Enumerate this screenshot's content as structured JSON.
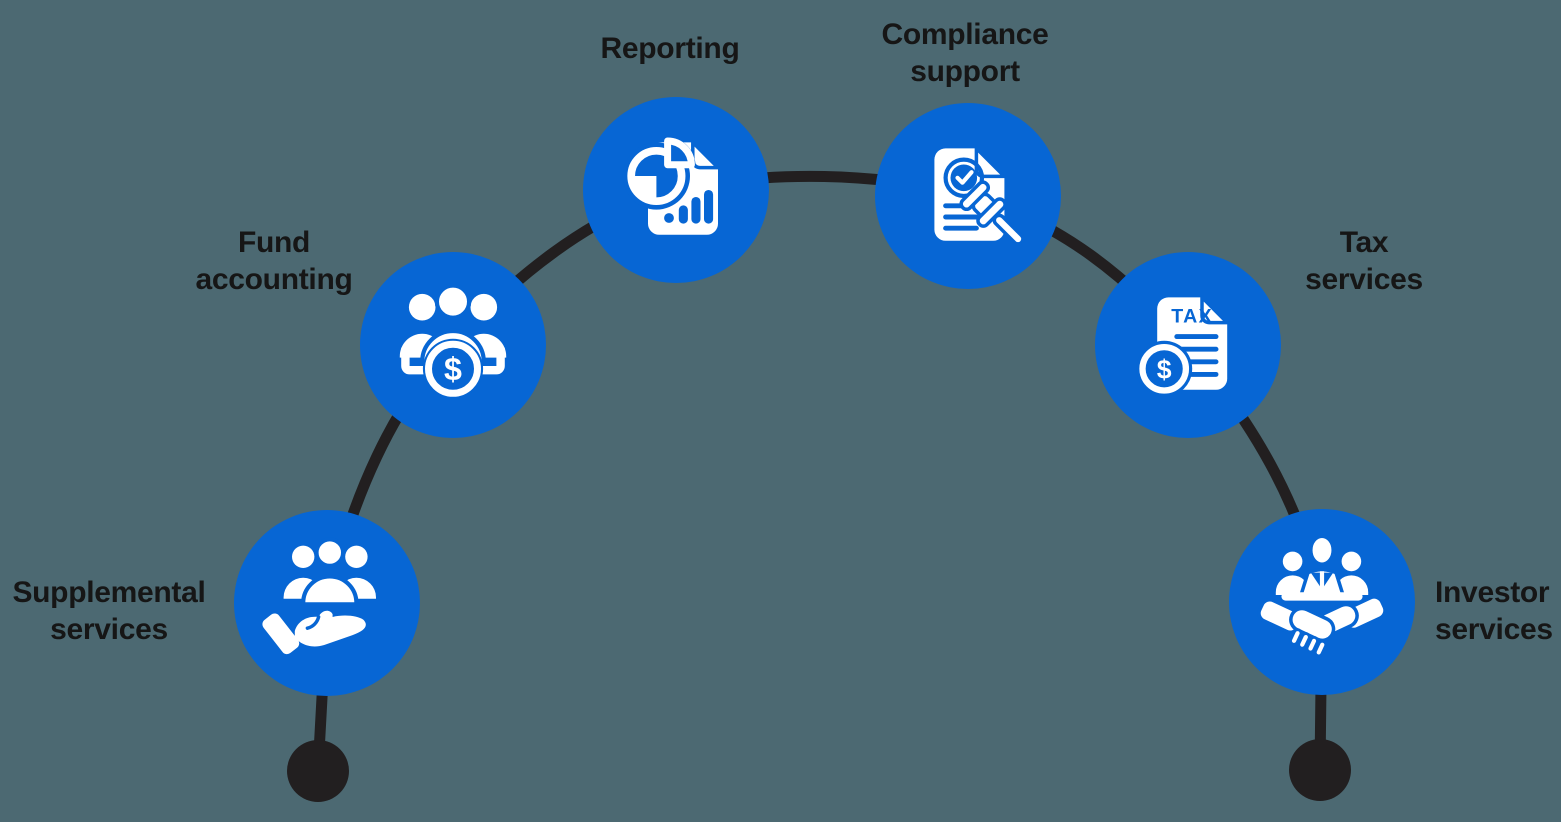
{
  "diagram": {
    "description": "Arc diagram of six service nodes",
    "nodes": [
      {
        "id": "supplemental-services",
        "label": "Supplemental\nservices",
        "icon": "people-over-hand-icon"
      },
      {
        "id": "fund-accounting",
        "label": "Fund\naccounting",
        "icon": "people-dollar-coin-icon"
      },
      {
        "id": "reporting",
        "label": "Reporting",
        "icon": "report-pie-bars-icon"
      },
      {
        "id": "compliance-support",
        "label": "Compliance\nsupport",
        "icon": "document-check-gavel-icon"
      },
      {
        "id": "tax-services",
        "label": "Tax\nservices",
        "icon": "tax-document-coin-icon"
      },
      {
        "id": "investor-services",
        "label": "Investor\nservices",
        "icon": "handshake-people-icon"
      }
    ],
    "tax_label": "TAX",
    "currency_symbol": "$"
  },
  "colors": {
    "accent-blue": "#0766D4",
    "line-dark": "#221F20",
    "background": "#4C6972",
    "text-dark": "#161616",
    "icon-white": "#FFFFFF"
  }
}
